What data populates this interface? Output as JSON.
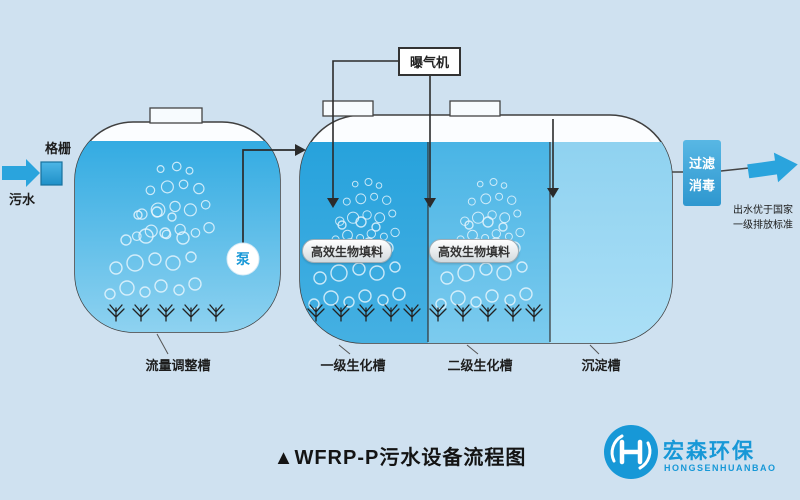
{
  "colors": {
    "background": "#cfe1f0",
    "accent_blue": "#2aa4dd",
    "water_dark": "#2aa6e0",
    "water_mid": "#4fb6e6",
    "water_light": "#9ad8f3",
    "filter_box_blue": "#3ba3d8",
    "logo_blue": "#1798d7"
  },
  "flow": {
    "influent": "污水",
    "screen": "格栅",
    "pump": "泵",
    "aerator": "曝气机",
    "media_1": "高效生物填料",
    "media_2": "高效生物填料",
    "filter_line1": "过滤",
    "filter_line2": "消毒",
    "effluent_line1": "出水优于国家",
    "effluent_line2": "一级排放标准"
  },
  "tank_labels": [
    {
      "label": "流量调整槽"
    },
    {
      "label": "一级生化槽"
    },
    {
      "label": "二级生化槽"
    },
    {
      "label": "沉淀槽"
    }
  ],
  "title": "▲WFRP-P污水设备流程图",
  "logo": {
    "name": "宏森环保",
    "subtitle": "HONGSENHUANBAO"
  }
}
